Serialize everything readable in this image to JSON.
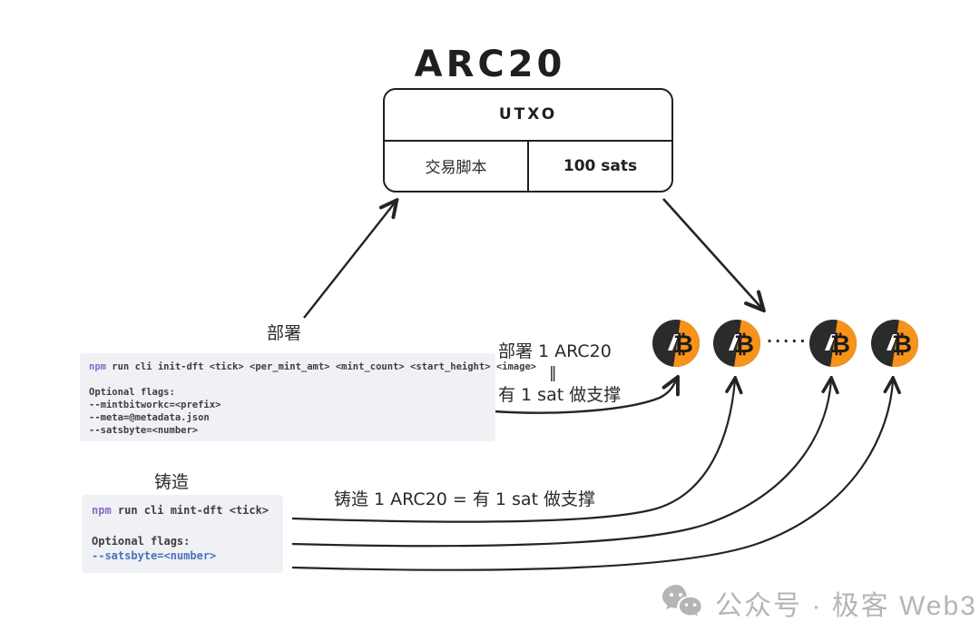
{
  "title": "ARC20",
  "utxo_box": {
    "header": "UTXO",
    "cell_left": "交易脚本",
    "cell_right": "100 sats"
  },
  "deploy": {
    "label": "部署",
    "code": {
      "command_prefix": "npm",
      "command_rest": " run cli init-dft <tick> <per_mint_amt> <mint_count> <start_height> <image>",
      "optional_label": "Optional flags:",
      "flags": [
        "--mintbitworkc=<prefix>",
        "--meta=@metadata.json",
        "--satsbyte=<number>"
      ]
    },
    "note_line1": "部署 1 ARC20",
    "note_equals": "‖",
    "note_line2": "有 1 sat 做支撑"
  },
  "mint": {
    "label": "铸造",
    "code": {
      "command_prefix": "npm",
      "command_rest": " run cli mint-dft <tick>",
      "optional_label": "Optional flags:",
      "flag_highlight": "--satsbyte=<number>"
    },
    "note": "铸造 1 ARC20 = 有 1 sat 做支撑"
  },
  "coins": {
    "count": 4,
    "symbol": "₿",
    "ellipsis": "·····"
  },
  "watermark": {
    "text": "公众号 · 极客 Web3"
  },
  "colors": {
    "ink": "#2d2d2d",
    "code_bg": "#f0f1f5",
    "npm_purple": "#8b6bc7",
    "flag_blue": "#4a72b8",
    "coin_dark": "#2b2b2b",
    "coin_orange": "#f7931a",
    "watermark_gray": "#b5b5b5"
  }
}
